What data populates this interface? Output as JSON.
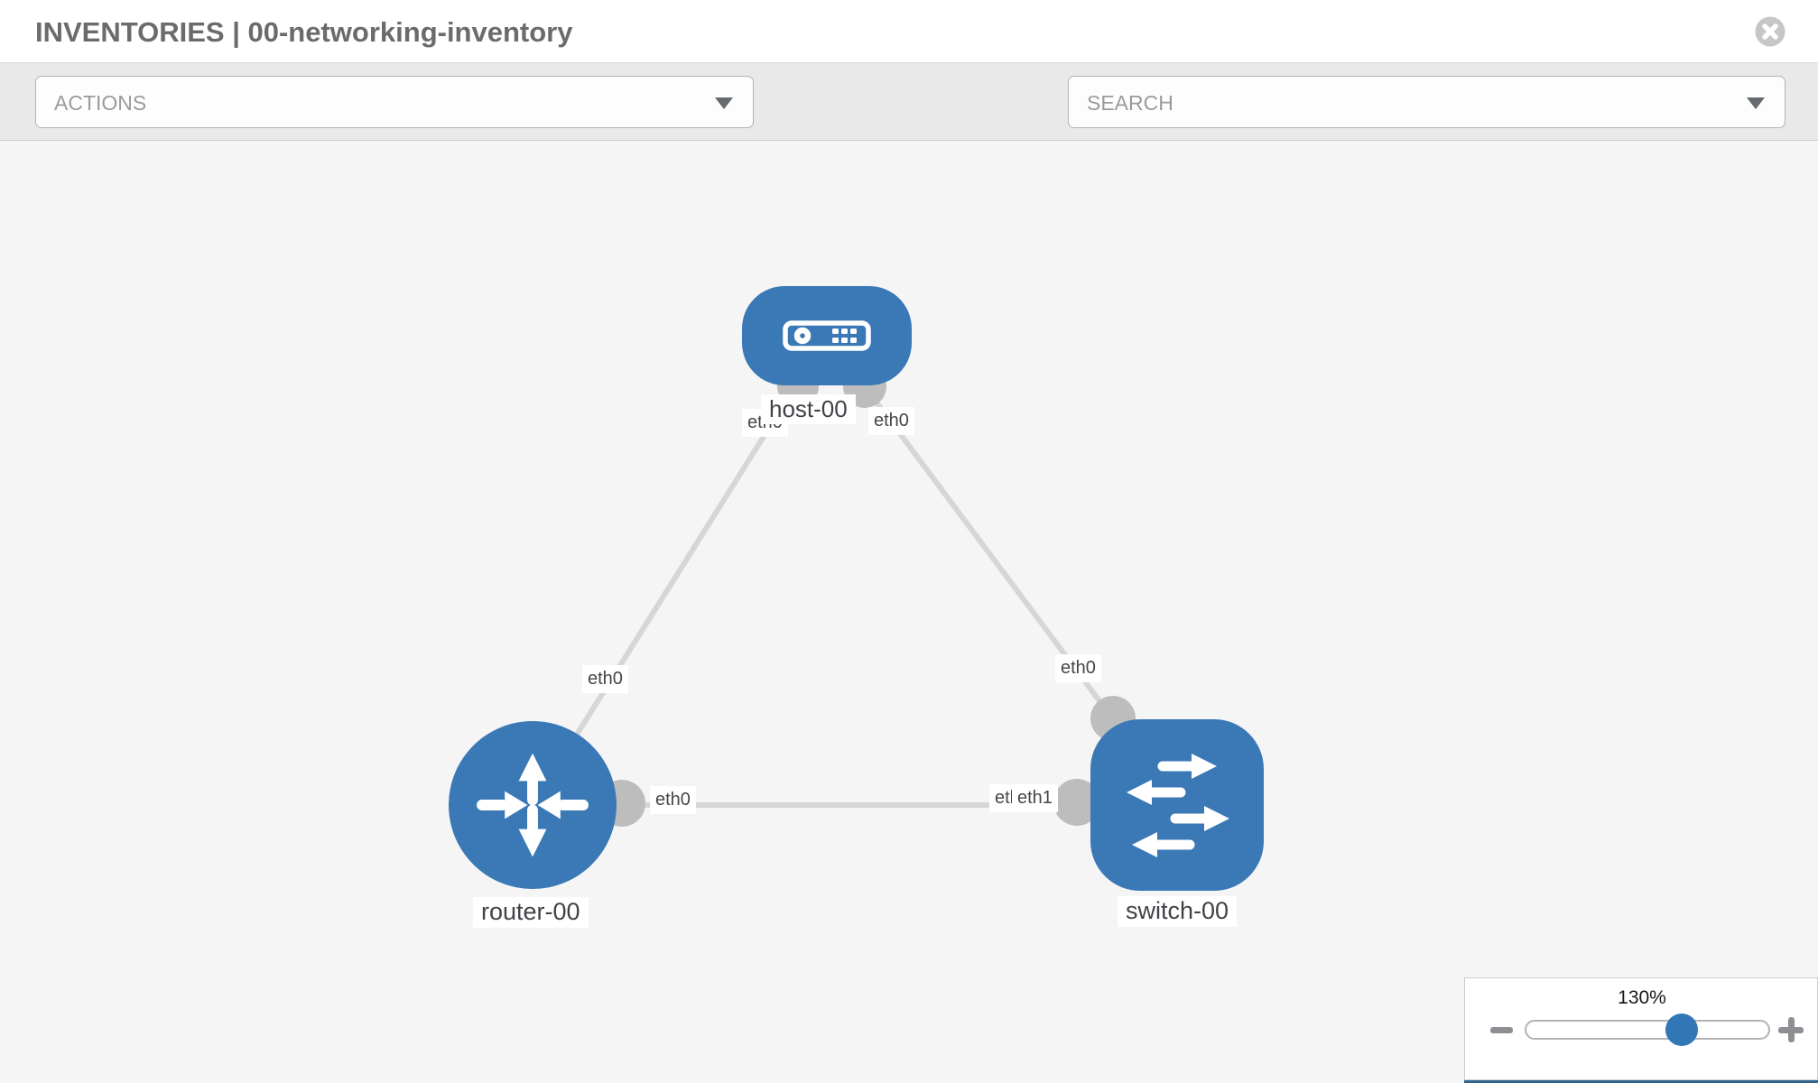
{
  "header": {
    "title": "INVENTORIES | 00-networking-inventory",
    "close_icon": "x-circle-icon"
  },
  "toolbar": {
    "actions_dropdown": {
      "label": "ACTIONS",
      "caret_icon": "chevron-down-icon"
    },
    "wrench_button": {
      "icon": "wrench-icon"
    },
    "key_button": {
      "icon": "key-icon"
    },
    "search_dropdown": {
      "placeholder": "SEARCH",
      "caret_icon": "chevron-down-icon"
    }
  },
  "canvas": {
    "nodes": [
      {
        "id": "host-00",
        "label": "host-00",
        "type": "host",
        "icon": "host-icon"
      },
      {
        "id": "router-00",
        "label": "router-00",
        "type": "router",
        "icon": "router-icon"
      },
      {
        "id": "switch-00",
        "label": "switch-00",
        "type": "switch",
        "icon": "switch-icon"
      }
    ],
    "links": [
      {
        "from": "host-00",
        "from_interface": "eth0",
        "to": "router-00",
        "to_interface": "eth0"
      },
      {
        "from": "host-00",
        "from_interface": "eth0",
        "to": "switch-00",
        "to_interface": "eth0"
      },
      {
        "from": "router-00",
        "from_interface": "eth0",
        "to": "switch-00",
        "to_interface": "eth1",
        "overlapped_label_fragment": "etl"
      }
    ]
  },
  "zoom_control": {
    "level_label": "130%",
    "percent": 130,
    "minus_icon": "minus-icon",
    "plus_icon": "plus-icon"
  },
  "colors": {
    "node_blue": "#3a79b6",
    "link_gray": "#d6d6d6",
    "connector_gray": "#bdbdbd",
    "toolbar_bg": "#e9e9e9",
    "canvas_bg": "#f5f5f6",
    "title_gray": "#6b6b6b"
  }
}
